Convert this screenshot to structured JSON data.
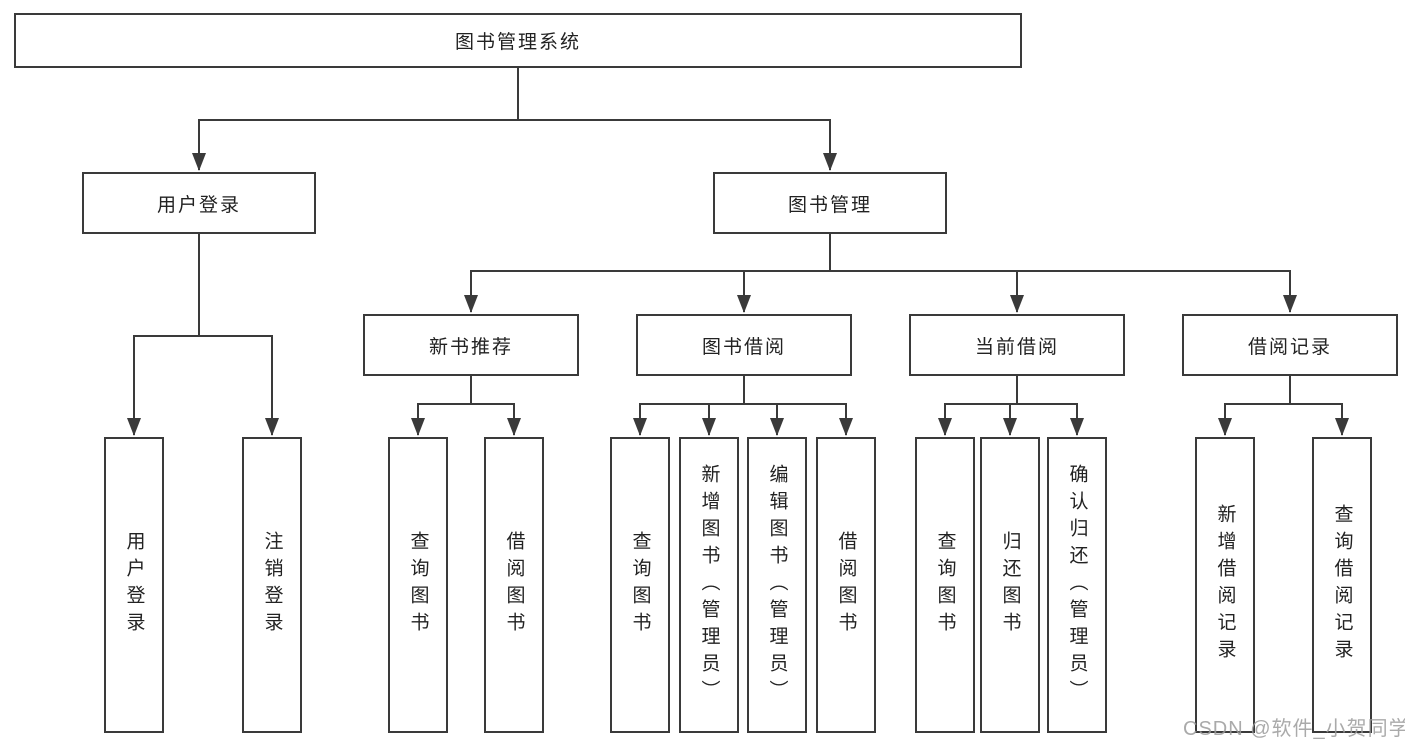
{
  "diagram": {
    "root": {
      "label": "图书管理系统"
    },
    "level2": [
      {
        "label": "用户登录"
      },
      {
        "label": "图书管理"
      }
    ],
    "level3": [
      {
        "label": "新书推荐"
      },
      {
        "label": "图书借阅"
      },
      {
        "label": "当前借阅"
      },
      {
        "label": "借阅记录"
      }
    ],
    "leaves": {
      "user_login": [
        "用户登录",
        "注销登录"
      ],
      "new_book": [
        "查询图书",
        "借阅图书"
      ],
      "book_borrow": [
        "查询图书",
        "新增图书（管理员）",
        "编辑图书（管理员）",
        "借阅图书"
      ],
      "current_borrow": [
        "查询图书",
        "归还图书",
        "确认归还（管理员）"
      ],
      "borrow_record": [
        "新增借阅记录",
        "查询借阅记录"
      ]
    },
    "watermark": "CSDN @软件_小贺同学",
    "colors": {
      "line": "#3a3a3a",
      "text": "#222222",
      "background": "#ffffff",
      "watermark": "#9b9b9b"
    }
  }
}
